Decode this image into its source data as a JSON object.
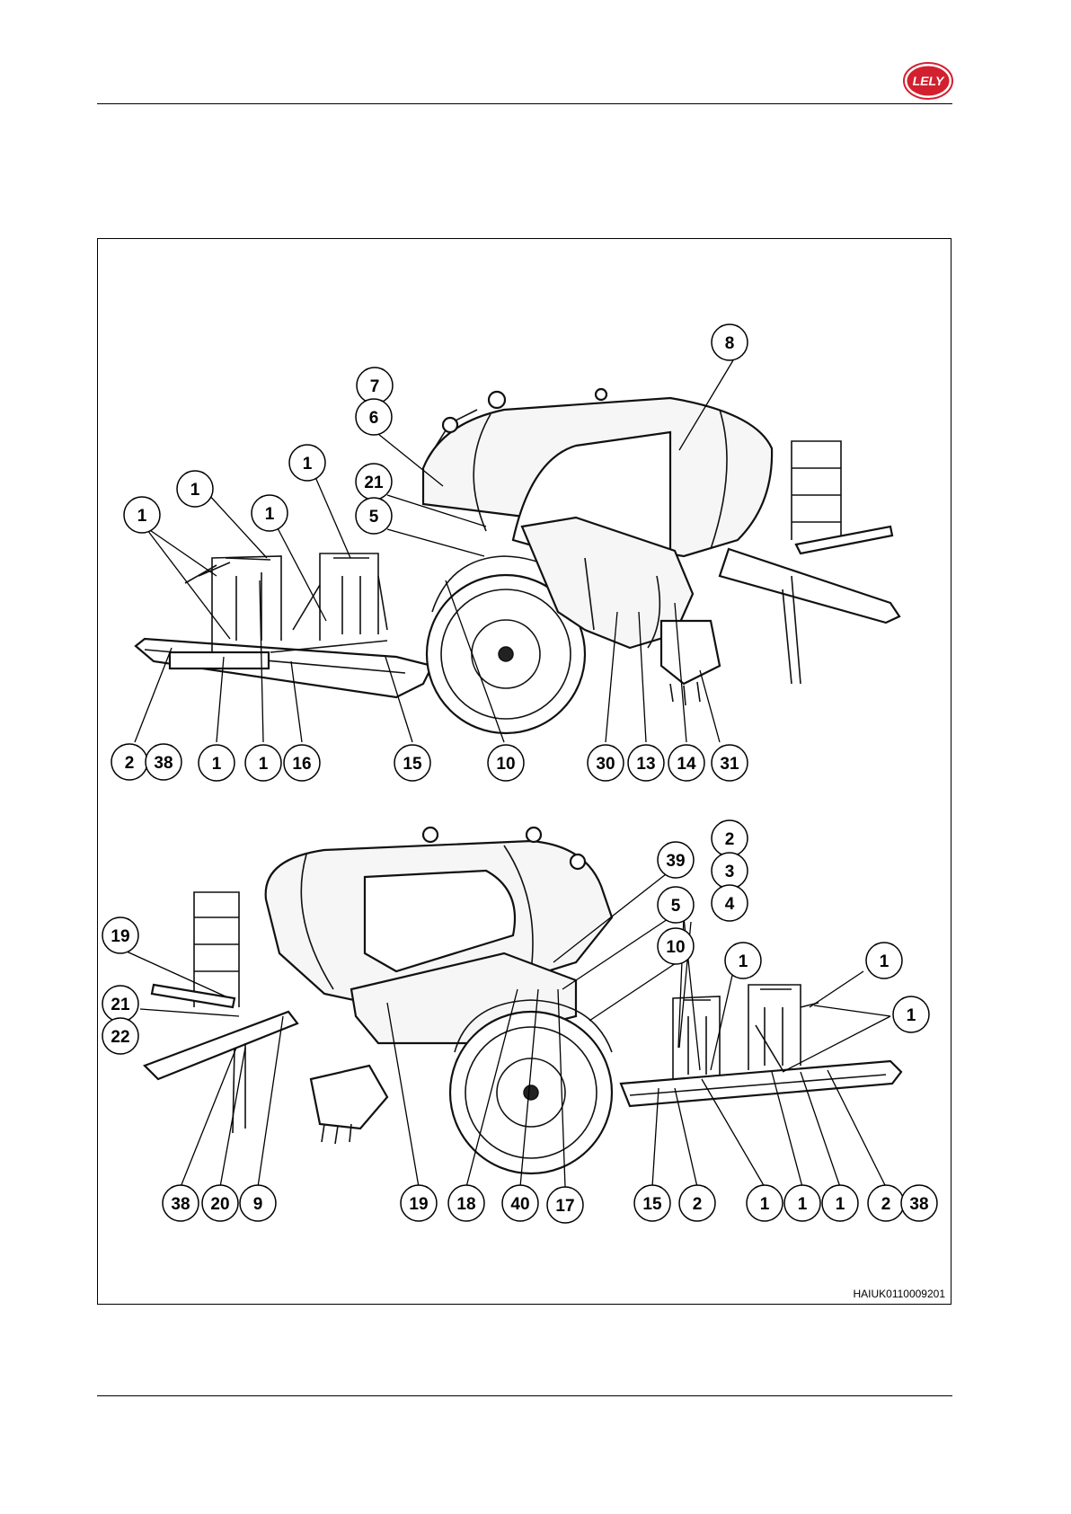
{
  "header": {
    "logo_text": "LELY",
    "logo_color": "#d2202f"
  },
  "figure": {
    "code": "HAIUK0110009201"
  },
  "labels_top": [
    "8",
    "7",
    "6",
    "21",
    "5",
    "1",
    "1",
    "1",
    "1",
    "1",
    "2",
    "38",
    "1",
    "1",
    "16",
    "15",
    "10",
    "30",
    "13",
    "14",
    "31"
  ],
  "labels_bottom": [
    "2",
    "3",
    "4",
    "39",
    "5",
    "10",
    "19",
    "1",
    "1",
    "1",
    "21",
    "22",
    "38",
    "20",
    "9",
    "19",
    "18",
    "40",
    "17",
    "15",
    "2",
    "1",
    "1",
    "1",
    "2",
    "38"
  ]
}
